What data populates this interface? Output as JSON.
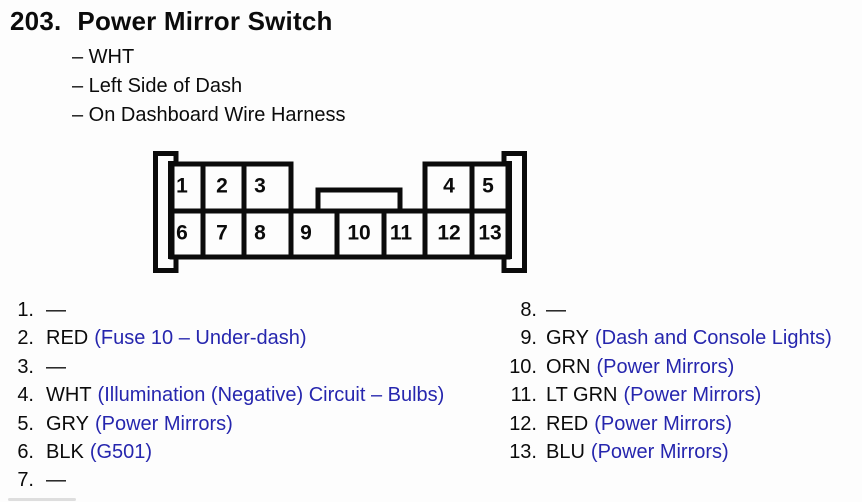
{
  "header": {
    "section_number": "203.",
    "title": "Power Mirror Switch"
  },
  "attributes": [
    "– WHT",
    "– Left Side of Dash",
    "– On Dashboard Wire Harness"
  ],
  "connector": {
    "pins": [
      "1",
      "2",
      "3",
      "4",
      "5",
      "6",
      "7",
      "8",
      "9",
      "10",
      "11",
      "12",
      "13"
    ]
  },
  "pin_list": {
    "left": [
      {
        "num": "1.",
        "code": "—",
        "desc": ""
      },
      {
        "num": "2.",
        "code": "RED",
        "desc": "(Fuse 10 – Under-dash)"
      },
      {
        "num": "3.",
        "code": "—",
        "desc": ""
      },
      {
        "num": "4.",
        "code": "WHT",
        "desc": "(Illumination (Negative) Circuit – Bulbs)"
      },
      {
        "num": "5.",
        "code": "GRY",
        "desc": "(Power Mirrors)"
      },
      {
        "num": "6.",
        "code": "BLK",
        "desc": "(G501)"
      },
      {
        "num": "7.",
        "code": "—",
        "desc": ""
      }
    ],
    "right": [
      {
        "num": "8.",
        "code": "—",
        "desc": ""
      },
      {
        "num": "9.",
        "code": "GRY",
        "desc": "(Dash and Console Lights)"
      },
      {
        "num": "10.",
        "code": "ORN",
        "desc": "(Power Mirrors)"
      },
      {
        "num": "11.",
        "code": "LT GRN",
        "desc": "(Power Mirrors)"
      },
      {
        "num": "12.",
        "code": "RED",
        "desc": "(Power Mirrors)"
      },
      {
        "num": "13.",
        "code": "BLU",
        "desc": "(Power Mirrors)"
      }
    ]
  },
  "colors": {
    "circuit_link_blue": "#2626AE",
    "ink_black": "#0b0b0b",
    "paper_white": "#fdfdfd"
  }
}
